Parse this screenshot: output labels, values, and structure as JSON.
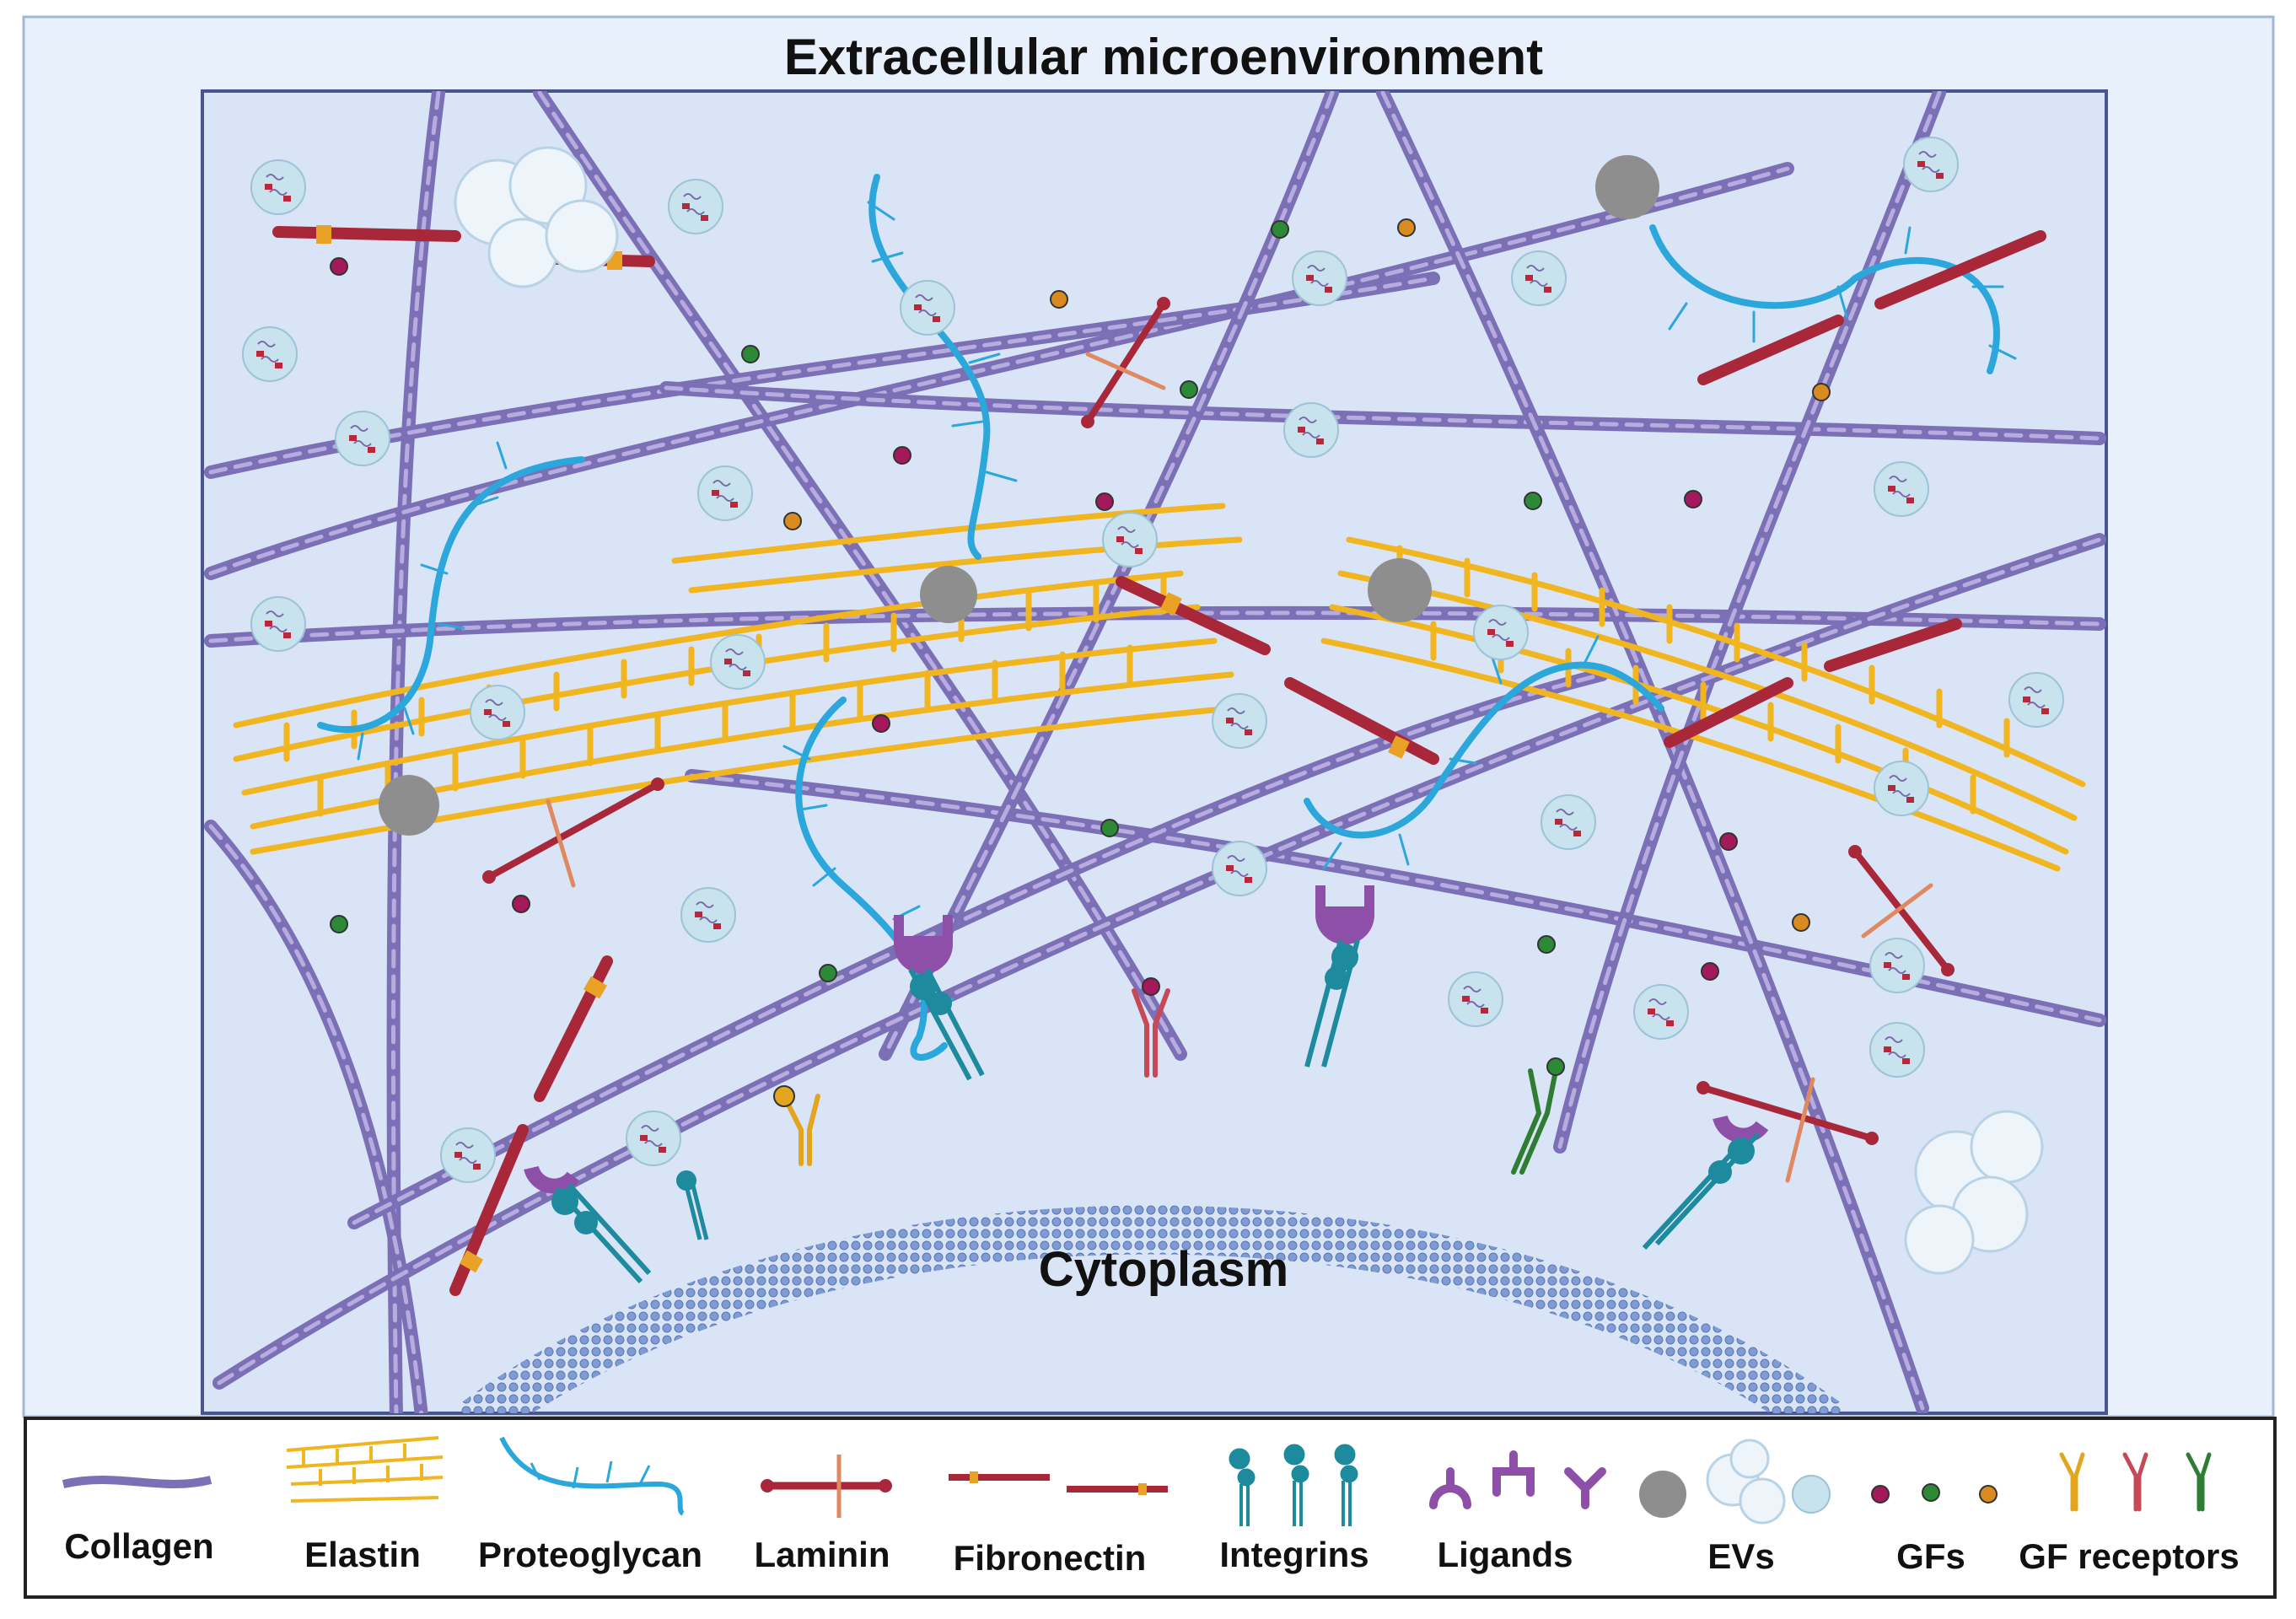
{
  "title": "Extracellular microenvironment",
  "center_label": "Cytoplasm",
  "legend": [
    {
      "key": "collagen",
      "label": "Collagen"
    },
    {
      "key": "elastin",
      "label": "Elastin"
    },
    {
      "key": "proteoglycan",
      "label": "Proteoglycan"
    },
    {
      "key": "laminin",
      "label": "Laminin"
    },
    {
      "key": "fibronectin",
      "label": "Fibronectin"
    },
    {
      "key": "integrins",
      "label": "Integrins"
    },
    {
      "key": "ligands",
      "label": "Ligands"
    },
    {
      "key": "evs",
      "label": "EVs"
    },
    {
      "key": "gfs",
      "label": "GFs"
    },
    {
      "key": "gf_receptors",
      "label": "GF receptors"
    }
  ],
  "colors": {
    "page_bg": "#e8f1fb",
    "panel_bg": "#d9e4f6",
    "panel_border": "#4a5590",
    "collagen": "#7b6fb5",
    "collagen_light": "#b6acdf",
    "elastin": "#f0b51f",
    "proteoglycan": "#2ba7dc",
    "laminin": "#a8283a",
    "laminin_arm": "#e08860",
    "fibronectin": "#c0283a",
    "fibronectin_band": "#e9a126",
    "integrin": "#1d8a9e",
    "ligand": "#8e4fa8",
    "ev_gray": "#8e8e8e",
    "ev_blue": "#bfdcea",
    "membrane": "#6f8fc8",
    "gf_magenta": "#a3195b",
    "gf_green": "#2c8a36",
    "gf_orange": "#d98b20",
    "receptor_yellow": "#e3a51e",
    "receptor_red": "#c74856",
    "receptor_green": "#2e7d32"
  }
}
